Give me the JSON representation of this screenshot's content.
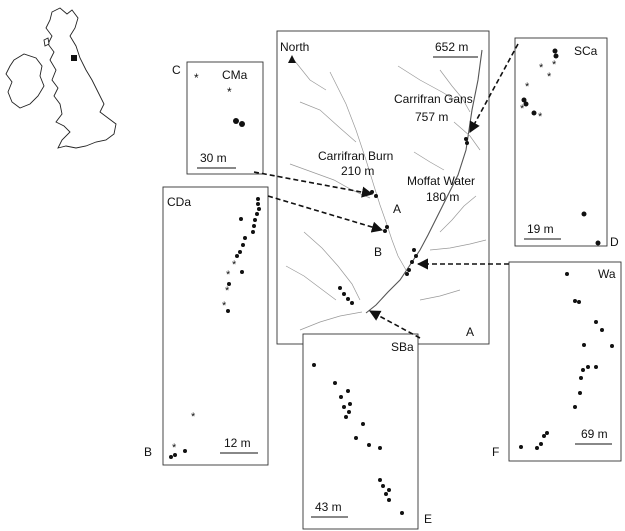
{
  "map": {
    "north_label": "North",
    "scale_label": "652 m",
    "panel_letter": "A",
    "places": [
      {
        "name": "Carrifran Gans",
        "elev": "757 m"
      },
      {
        "name": "Carrifran Burn",
        "elev": "210 m"
      },
      {
        "name": "Moffat Water",
        "elev": "180 m"
      }
    ],
    "site_letters": [
      "A",
      "B"
    ]
  },
  "insets": [
    {
      "id": "C",
      "letter": "C",
      "title": "CMa",
      "scale": "30 m"
    },
    {
      "id": "B",
      "letter": "B",
      "title": "CDa",
      "scale": "12 m"
    },
    {
      "id": "D",
      "letter": "D",
      "title": "SCa",
      "scale": "19 m"
    },
    {
      "id": "F",
      "letter": "F",
      "title": "Wa",
      "scale": "69 m"
    },
    {
      "id": "E",
      "letter": "E",
      "title": "SBa",
      "scale": "43 m"
    }
  ],
  "colors": {
    "ink": "#111111",
    "rivers": "#999999",
    "land": "#ffffff"
  }
}
